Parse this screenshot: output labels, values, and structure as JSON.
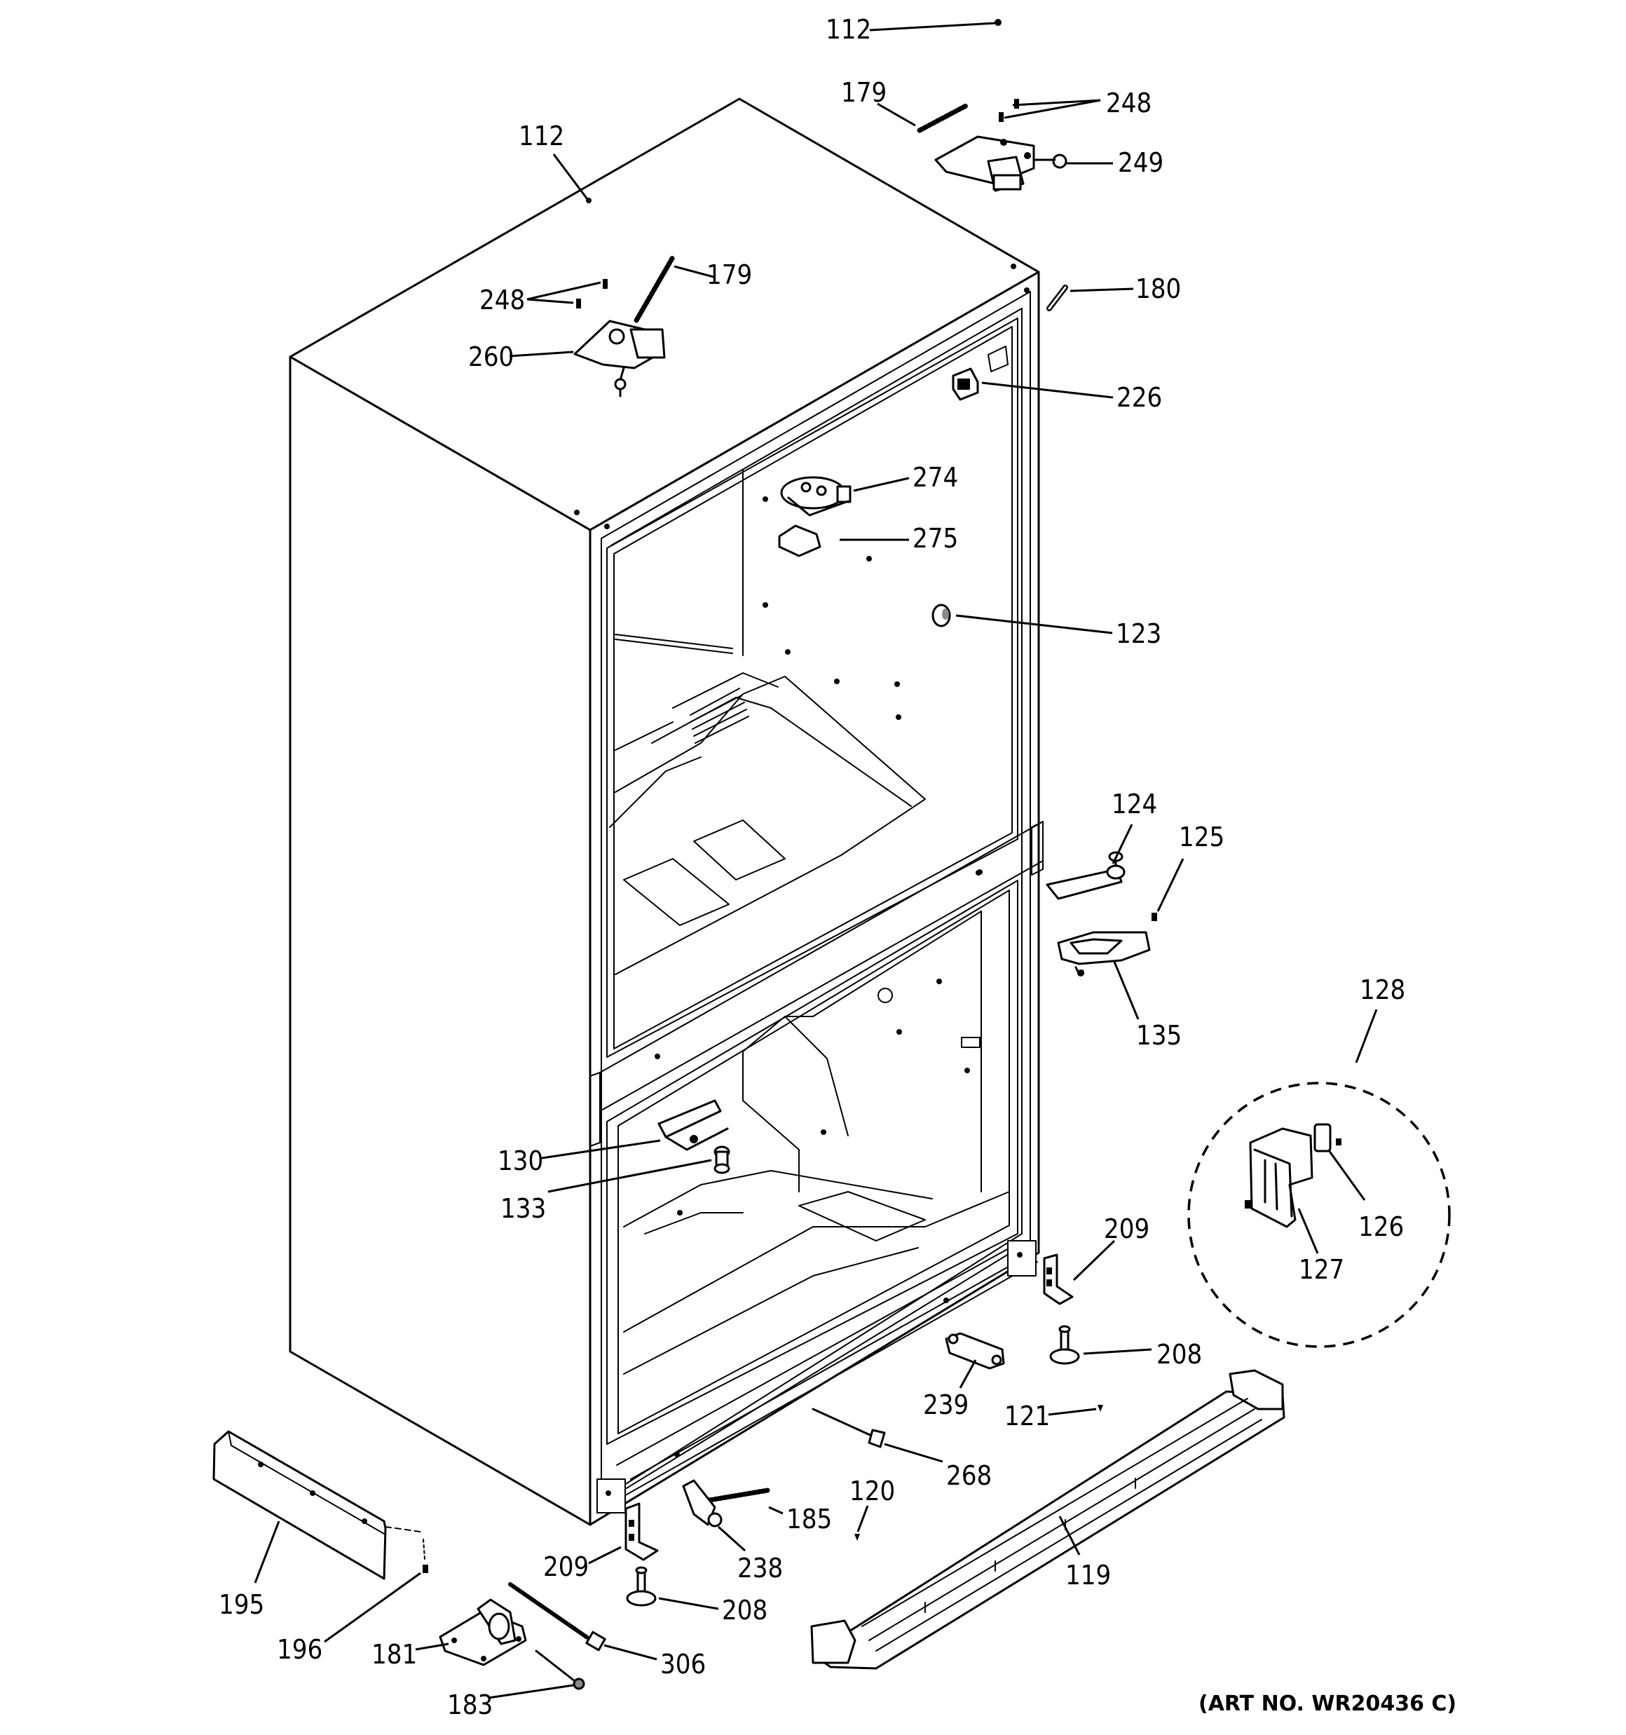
{
  "callouts": {
    "c112_top": "112",
    "c112_cab": "112",
    "c179_top": "179",
    "c179_cab": "179",
    "c248_top": "248",
    "c248_cab": "248",
    "c249": "249",
    "c260": "260",
    "c180": "180",
    "c226": "226",
    "c274": "274",
    "c275": "275",
    "c123": "123",
    "c124": "124",
    "c125": "125",
    "c135": "135",
    "c128": "128",
    "c126": "126",
    "c127": "127",
    "c130": "130",
    "c133": "133",
    "c209_r": "209",
    "c209_l": "209",
    "c208_r": "208",
    "c208_l": "208",
    "c239": "239",
    "c121": "121",
    "c268": "268",
    "c185": "185",
    "c120": "120",
    "c238": "238",
    "c119": "119",
    "c195": "195",
    "c196": "196",
    "c181": "181",
    "c306": "306",
    "c183": "183"
  },
  "art_number": "(ART NO. WR20436 C)"
}
